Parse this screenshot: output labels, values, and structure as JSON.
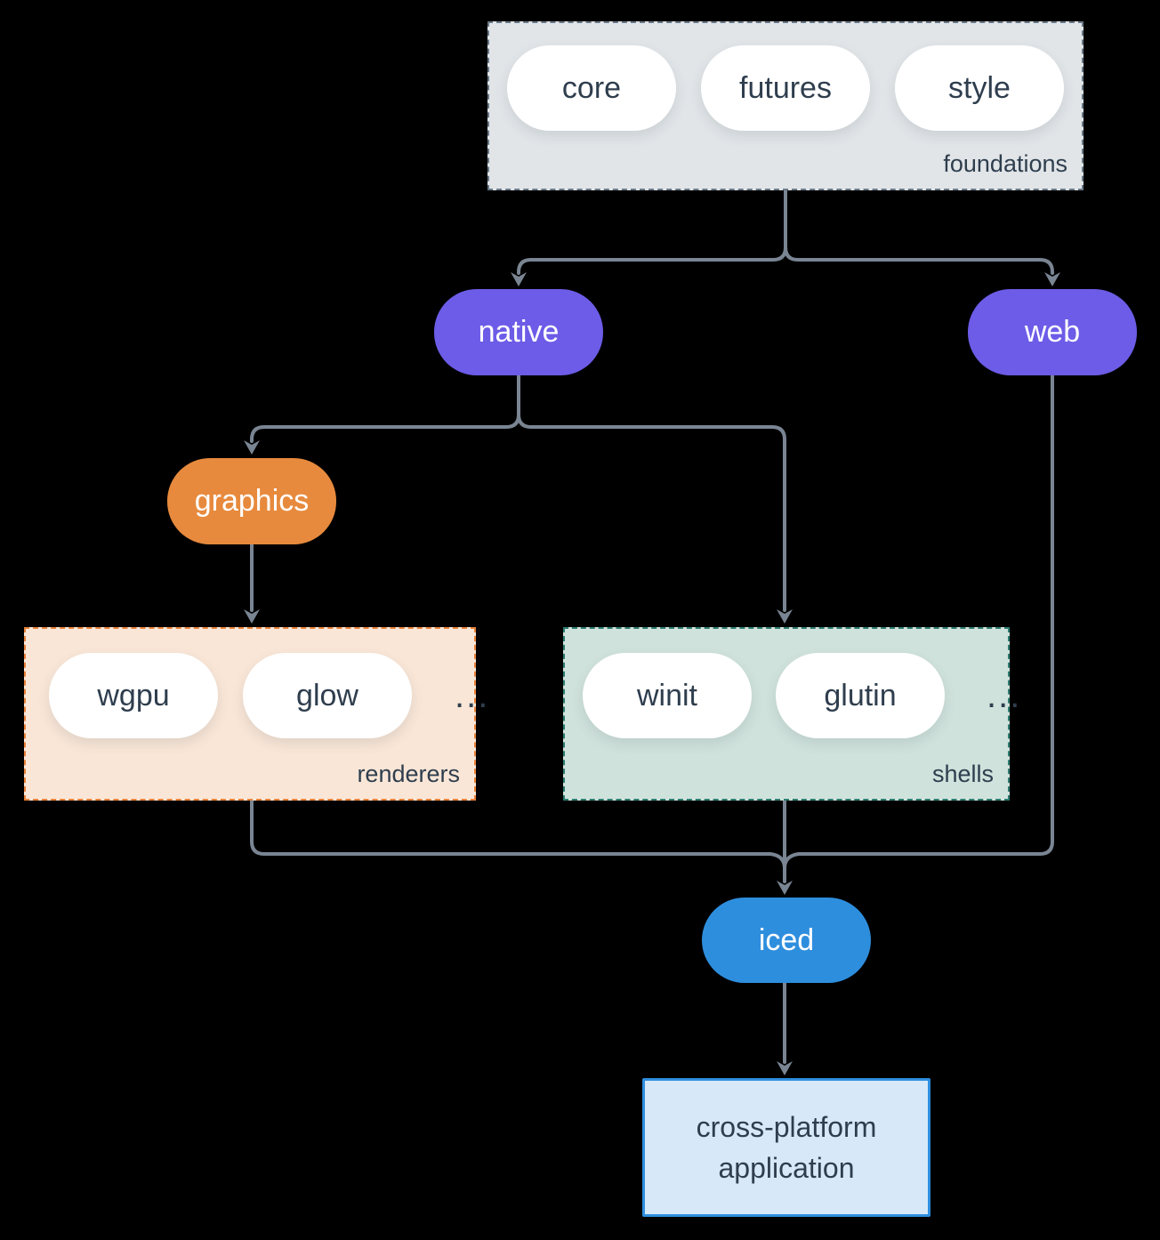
{
  "foundations": {
    "label": "foundations",
    "items": [
      "core",
      "futures",
      "style"
    ]
  },
  "native": {
    "label": "native"
  },
  "web": {
    "label": "web"
  },
  "graphics": {
    "label": "graphics"
  },
  "renderers": {
    "label": "renderers",
    "items": [
      "wgpu",
      "glow"
    ],
    "ellipsis": "..."
  },
  "shells": {
    "label": "shells",
    "items": [
      "winit",
      "glutin"
    ],
    "ellipsis": "..."
  },
  "iced": {
    "label": "iced"
  },
  "application": {
    "label": "cross-platform application"
  },
  "colors": {
    "background": "#000000",
    "connector": "#7a8593",
    "purple_node": "#6c5ce7",
    "orange_node": "#e78a3d",
    "blue_node": "#2e8ede",
    "text_dark": "#2f3e4e",
    "foundations_bg": "#e1e5e8",
    "foundations_border": "#6b7988",
    "renderers_bg": "#f9e6d7",
    "renderers_border": "#e8823a",
    "shells_bg": "#d0e2dc",
    "shells_border": "#2c7d70",
    "application_bg": "#d7e9f9",
    "application_border": "#2e8ede"
  }
}
